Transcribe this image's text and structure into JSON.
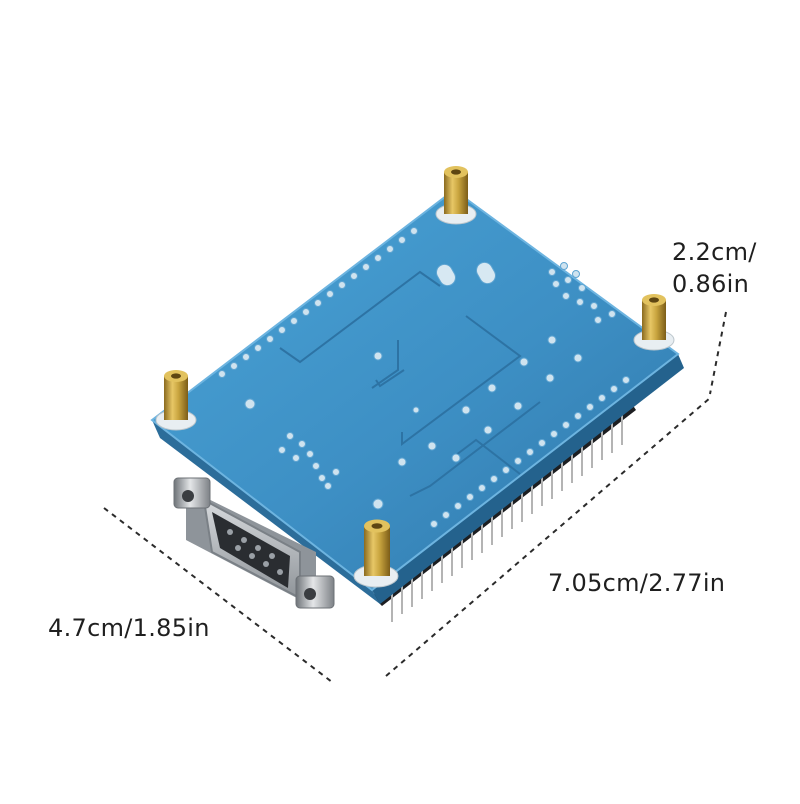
{
  "product": {
    "colors": {
      "pcb": "#3f93c9",
      "pcb_shadow": "#2b6f9e",
      "pcb_edge": "#7ec0e6",
      "brass": "#c9a53f",
      "steel": "#9ea3a8",
      "connector_face": "#2a2d31",
      "pin": "#b9b9b9"
    },
    "components": {
      "board": "pcb-board",
      "connector": "db9-serial-connector",
      "standoff": "brass-standoff",
      "header": "pin-header"
    }
  },
  "dimensions": {
    "height_line1": "2.2cm/",
    "height_line2": "0.86in",
    "length": "7.05cm/2.77in",
    "width": "4.7cm/1.85in"
  }
}
